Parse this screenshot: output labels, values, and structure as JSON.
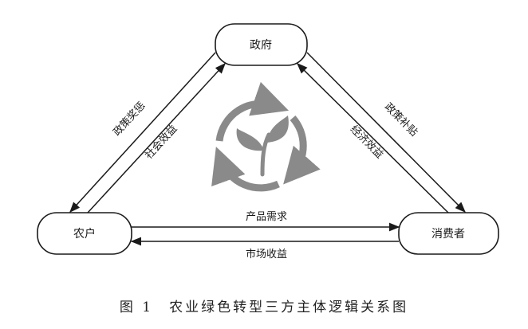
{
  "nodes": {
    "government": "政府",
    "farmer": "农户",
    "consumer": "消费者"
  },
  "edges": {
    "policy_reward_punish": "政策奖惩",
    "social_benefit": "社会效益",
    "policy_subsidy": "政策补贴",
    "economic_benefit": "经济效益",
    "product_demand": "产品需求",
    "market_revenue": "市场收益"
  },
  "center_icon": "recycle-leaves-icon",
  "colors": {
    "stroke": "#1a1a1a",
    "icon_gray": "#8a8a8a"
  },
  "caption": "图 1　农业绿色转型三方主体逻辑关系图"
}
